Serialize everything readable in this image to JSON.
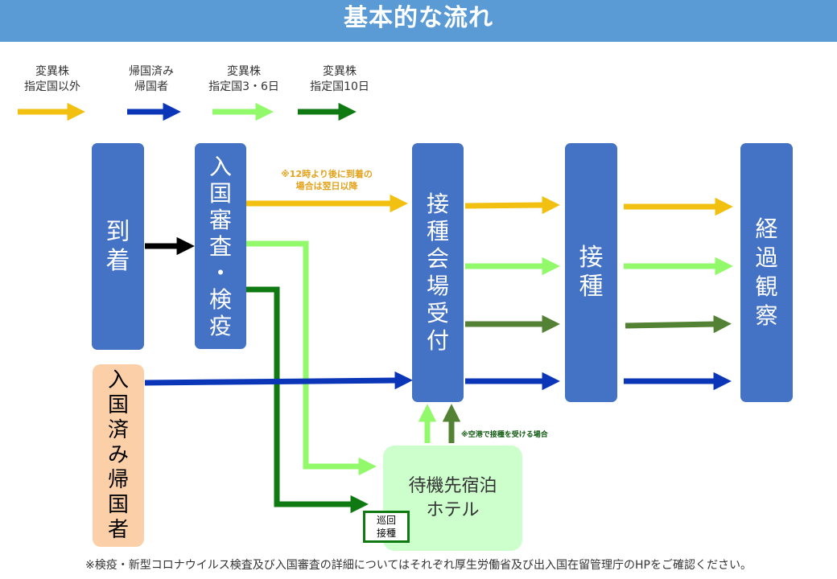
{
  "title": "基本的な流れ",
  "legend": [
    {
      "label": "変異株\n指定国以外",
      "color": "#f2c010"
    },
    {
      "label": "帰国済み\n帰国者",
      "color": "#0b36b8"
    },
    {
      "label": "変異株\n指定国3・6日",
      "color": "#92fa6a"
    },
    {
      "label": "変異株\n指定国10日",
      "color": "#0f7a12"
    }
  ],
  "nodes": {
    "arrival": "到\n着",
    "immigration": "入\n国\n審\n査\n・\n検\n疫",
    "reception": "接\n種\n会\n場\n受\n付",
    "vaccination": "接\n種",
    "observation": "経\n過\n観\n察",
    "returnees": "入\n国\n済\nみ\n帰\n国\n者",
    "hotel": "待機先宿泊\nホテル",
    "patrol": "巡回\n接種"
  },
  "notes": {
    "after_noon": "※12時より後に到着の\n場合は翌日以降",
    "airport": "※空港で接種を受ける場合",
    "footer": "※検疫・新型コロナウイルス検査及び入国審査の詳細についてはそれぞれ厚生労働省及び出入国在留管理庁のHPをご確認ください。"
  },
  "colors": {
    "title_bar": "#5b9bd5",
    "box": "#4472c4",
    "returnee_box": "#fbcfa8",
    "hotel_box": "#ccffcc",
    "yellow": "#f2c010",
    "blue": "#0b36b8",
    "light_green": "#92fa6a",
    "dark_green": "#0f7a12",
    "olive_green": "#548235",
    "black": "#000000"
  }
}
